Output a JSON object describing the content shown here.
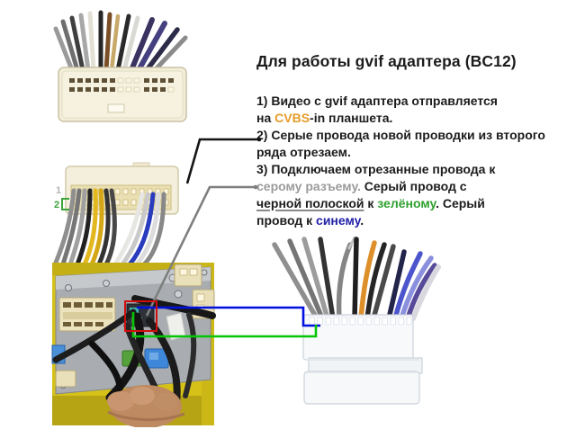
{
  "title": "Для работы gvif адаптера (BC12)",
  "text_lines": [
    [
      {
        "t": "1) Видео с gvif адаптера отправляется"
      }
    ],
    [
      {
        "t": "на "
      },
      {
        "t": "CVBS",
        "style": "cvbs"
      },
      {
        "t": "-in планшета."
      }
    ],
    [
      {
        "t": "2) Серые провода новой проводки из второго"
      }
    ],
    [
      {
        "t": "ряда отрезаем."
      }
    ],
    [
      {
        "t": "3) Подключаем отрезанные провода к"
      }
    ],
    [
      {
        "t": "серому разъему.",
        "style": "gray"
      },
      {
        "t": " Серый провод с"
      }
    ],
    [
      {
        "t": "черной полоской",
        "style": "underline"
      },
      {
        "t": " к "
      },
      {
        "t": "зелёному",
        "style": "green"
      },
      {
        "t": ". Серый"
      }
    ],
    [
      {
        "t": "провод к "
      },
      {
        "t": "синему",
        "style": "blue"
      },
      {
        "t": "."
      }
    ]
  ],
  "connector_labels": {
    "row1": "1",
    "row2": "2"
  },
  "colors": {
    "cvbs_text": "#e69b28",
    "gray_text": "#9b9b9b",
    "green_text": "#2ea02e",
    "blue_text": "#2121a8",
    "callout_black": "#141414",
    "callout_gray": "#7f7f7f",
    "wire_link_blue": "#0010e0",
    "wire_link_green": "#06c506",
    "highlight_red": "#cf0e0e"
  }
}
